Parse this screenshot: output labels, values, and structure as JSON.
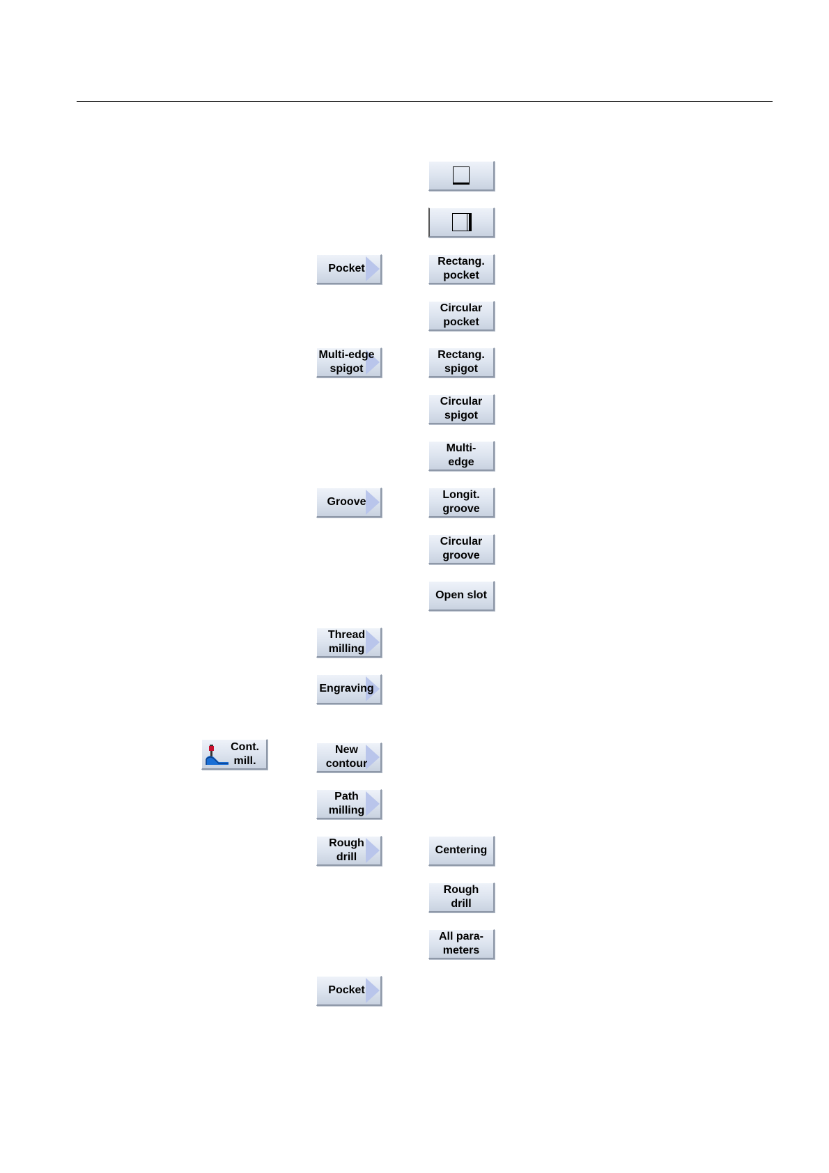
{
  "right_column": {
    "view_bottom": {
      "icon": "frame-bottom-icon"
    },
    "view_side": {
      "icon": "frame-side-icon"
    },
    "rectang_pocket": "Rectang.\npocket",
    "circular_pocket": "Circular\npocket",
    "rectang_spigot": "Rectang.\nspigot",
    "circular_spigot": "Circular\nspigot",
    "multi_edge": "Multi-\nedge",
    "longit_groove": "Longit.\ngroove",
    "circular_groove": "Circular\ngroove",
    "open_slot": "Open slot",
    "centering": "Centering",
    "rough_drill": "Rough\ndrill",
    "all_parameters": "All para-\nmeters"
  },
  "middle_column": {
    "pocket": "Pocket",
    "multi_edge_spigot": "Multi-edge\nspigot",
    "groove": "Groove",
    "thread_milling": "Thread\nmilling",
    "engraving": "Engraving",
    "new_contour": "New\ncontour",
    "path_milling": "Path\nmilling",
    "rough_drill": "Rough\ndrill",
    "pocket_2": "Pocket"
  },
  "left_column": {
    "cont_mill": "Cont.\nmill.",
    "cont_mill_icon": "contour-milling-icon"
  },
  "colors": {
    "key_top": "#eef2f9",
    "key_bottom": "#c9d2e0",
    "arrow": "#b9c5eb"
  }
}
